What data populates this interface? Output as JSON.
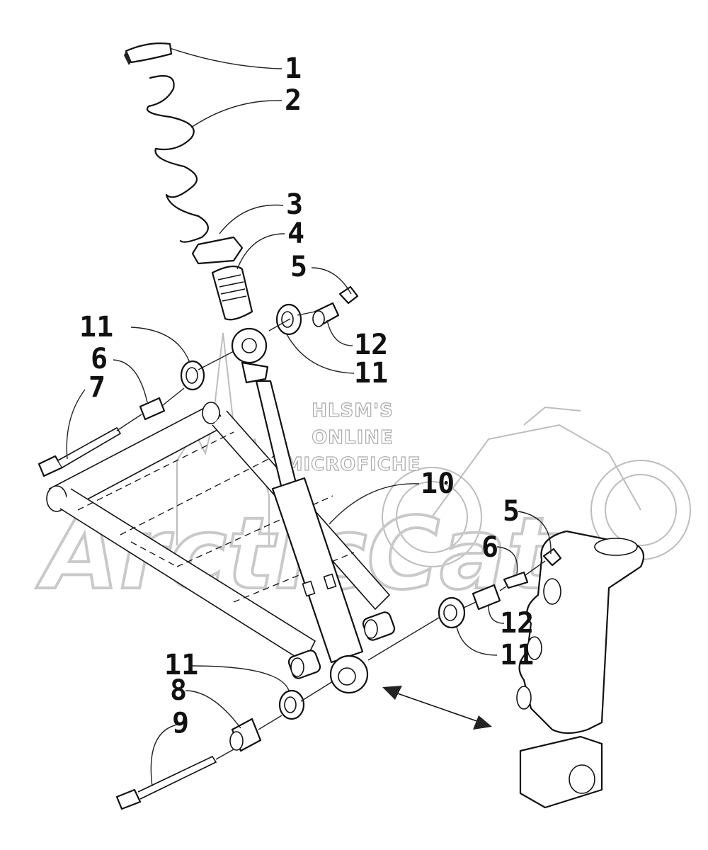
{
  "watermark": {
    "lines": [
      "HLSM'S",
      "ONLINE",
      "MICROFICHE"
    ],
    "brand": "ArcticCat"
  },
  "callouts": [
    "1",
    "2",
    "3",
    "4",
    "5",
    "12",
    "11",
    "11",
    "6",
    "7",
    "10",
    "5",
    "6",
    "12",
    "11",
    "11",
    "8",
    "9"
  ],
  "colors": {
    "ink": "#111111",
    "watermark": "#bdbdbd"
  }
}
